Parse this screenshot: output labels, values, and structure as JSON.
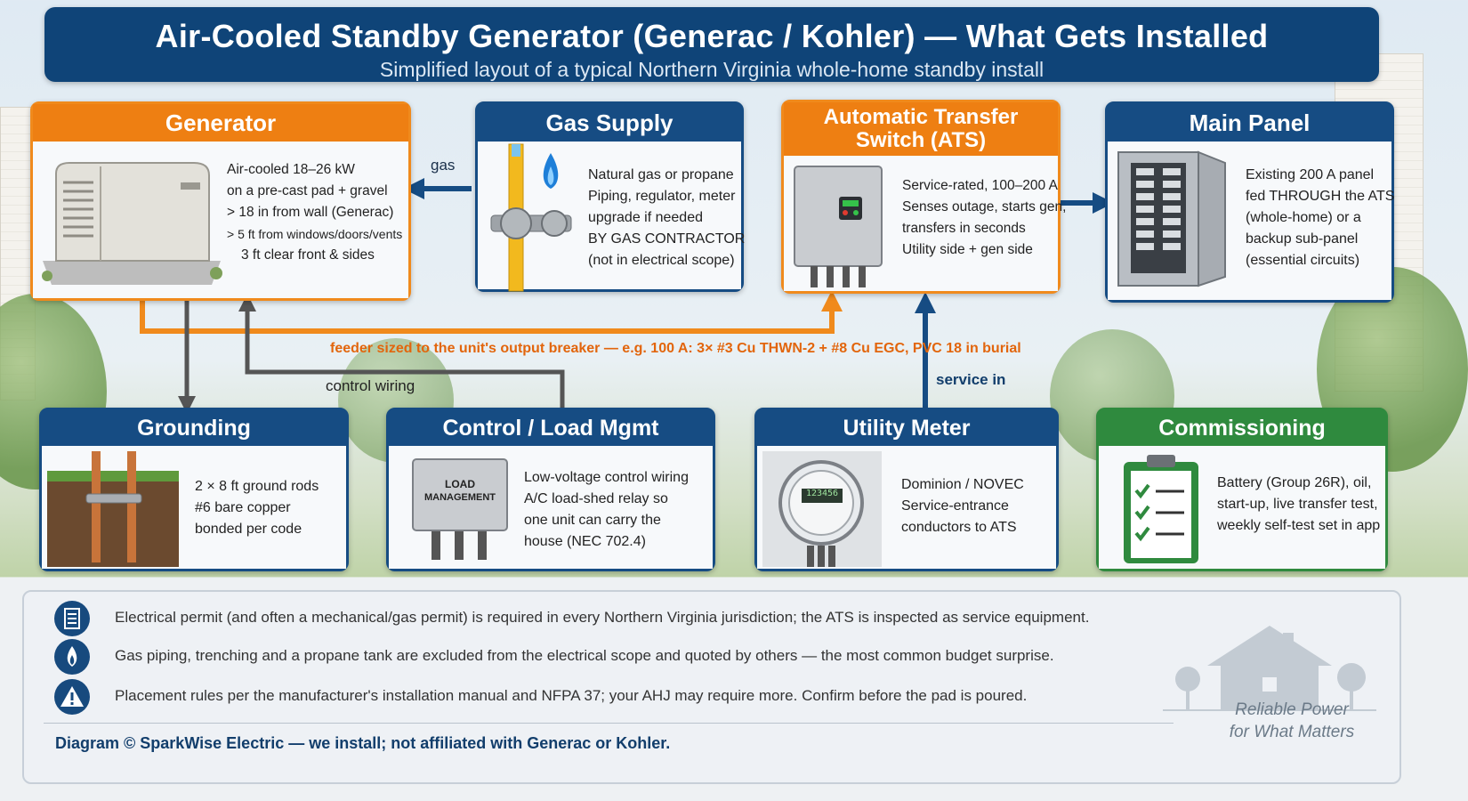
{
  "title": "Air-Cooled Standby Generator (Generac / Kohler) — What Gets Installed",
  "subtitle": "Simplified layout of a typical Northern Virginia whole-home standby install",
  "cards": {
    "generator": {
      "title": "Generator",
      "lines": [
        "Air-cooled 18–26 kW",
        "on a pre-cast pad + gravel",
        "> 18 in from wall (Generac)",
        "> 5 ft from windows/doors/vents",
        "3 ft clear front & sides"
      ]
    },
    "gas": {
      "title": "Gas Supply",
      "lines": [
        "Natural gas or propane",
        "Piping, regulator, meter",
        "upgrade if needed",
        "BY GAS CONTRACTOR",
        "(not in electrical scope)"
      ]
    },
    "ats": {
      "title_line1": "Automatic Transfer",
      "title_line2": "Switch (ATS)",
      "lines": [
        "Service-rated, 100–200 A",
        "Senses outage, starts gen,",
        "transfers in seconds",
        "Utility side + gen side"
      ]
    },
    "panel": {
      "title": "Main Panel",
      "lines": [
        "Existing 200 A panel",
        "fed THROUGH the ATS",
        "(whole-home) or a",
        "backup sub-panel",
        "(essential circuits)"
      ]
    },
    "grounding": {
      "title": "Grounding",
      "lines": [
        "2 × 8 ft ground rods",
        "#6 bare copper",
        "bonded per code"
      ]
    },
    "control": {
      "title": "Control / Load Mgmt",
      "box_line1": "LOAD",
      "box_line2": "MANAGEMENT",
      "lines": [
        "Low-voltage control wiring",
        "A/C load-shed relay so",
        "one unit can carry the",
        "house (NEC 702.4)"
      ]
    },
    "meter": {
      "title": "Utility Meter",
      "display": "123456",
      "lines": [
        "Dominion / NOVEC",
        "Service-entrance",
        "conductors to ATS"
      ]
    },
    "commissioning": {
      "title": "Commissioning",
      "lines": [
        "Battery (Group 26R), oil,",
        "start-up, live transfer test,",
        "weekly self-test set in app"
      ]
    }
  },
  "connectors": {
    "gas": "gas",
    "feeder": "feeder sized to the unit's output breaker — e.g. 100 A: 3× #3 Cu THWN-2 + #8 Cu EGC, PVC 18 in burial",
    "control_wiring": "control wiring",
    "service_in": "service in"
  },
  "notes": [
    {
      "icon": "document-icon",
      "text": "Electrical permit (and often a mechanical/gas permit) is required in every Northern Virginia jurisdiction; the ATS is inspected as service equipment."
    },
    {
      "icon": "flame-icon",
      "text": "Gas piping, trenching and a propane tank are excluded from the electrical scope and quoted by others — the most common budget surprise."
    },
    {
      "icon": "warning-icon",
      "text": "Placement rules per the manufacturer's installation manual and NFPA 37; your AHJ may require more. Confirm before the pad is poured."
    }
  ],
  "copyright": "Diagram © SparkWise Electric — we install; not affiliated with Generac or Kohler.",
  "tagline_line1": "Reliable Power",
  "tagline_line2": "for What Matters",
  "colors": {
    "navy": "#164c83",
    "orange": "#ee7f12",
    "green": "#2f8a3e",
    "feeder": "#f08a1c"
  }
}
